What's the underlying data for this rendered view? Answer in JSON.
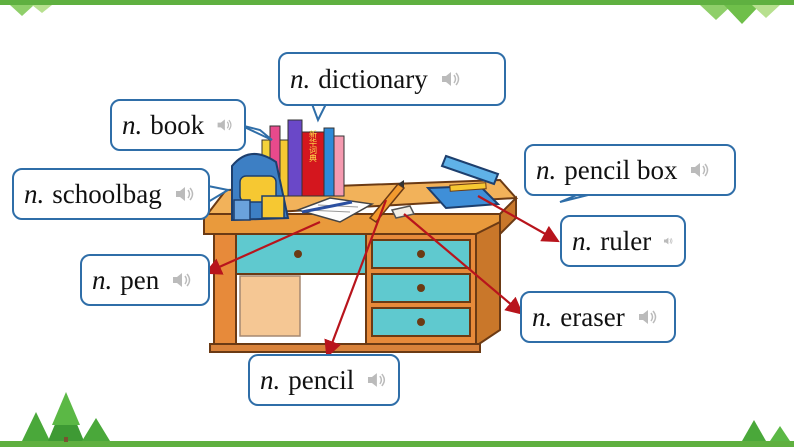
{
  "colors": {
    "border": "#2f6ea8",
    "arrow": "#b8141c",
    "frame": "#5fb040"
  },
  "labels": [
    {
      "id": "dictionary",
      "pos": "n.",
      "word": "dictionary",
      "icon": "speaker-icon"
    },
    {
      "id": "book",
      "pos": "n.",
      "word": "book",
      "icon": "speaker-icon"
    },
    {
      "id": "schoolbag",
      "pos": "n.",
      "word": "schoolbag",
      "icon": "speaker-icon"
    },
    {
      "id": "pencil-box",
      "pos": "n.",
      "word": "pencil box",
      "icon": "speaker-icon"
    },
    {
      "id": "ruler",
      "pos": "n.",
      "word": "ruler",
      "icon": "speaker-icon"
    },
    {
      "id": "pen",
      "pos": "n.",
      "word": "pen",
      "icon": "speaker-icon"
    },
    {
      "id": "eraser",
      "pos": "n.",
      "word": "eraser",
      "icon": "speaker-icon"
    },
    {
      "id": "pencil",
      "pos": "n.",
      "word": "pencil",
      "icon": "speaker-icon"
    }
  ],
  "dictionary_spine": "新华词典"
}
